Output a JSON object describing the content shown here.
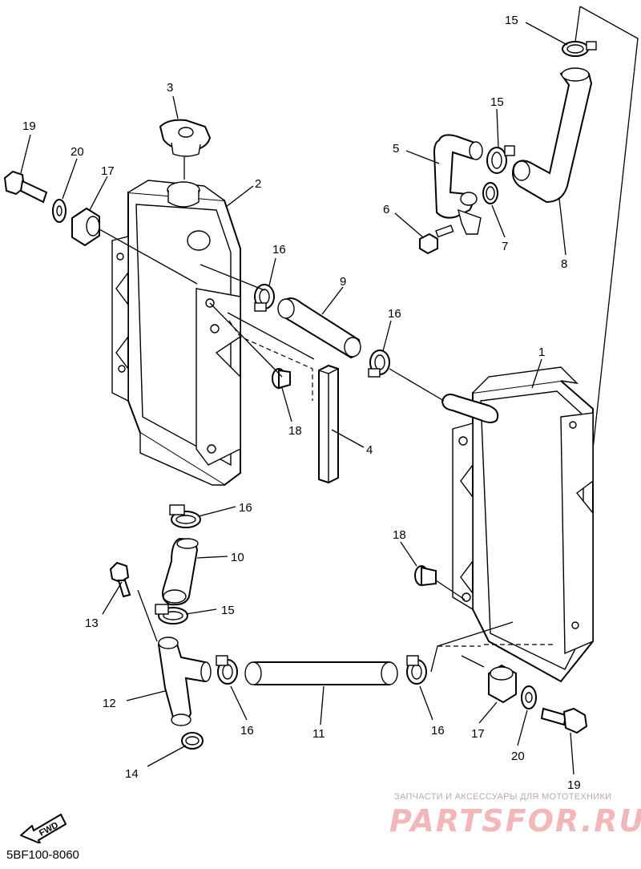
{
  "callouts": {
    "p1": "1",
    "p2": "2",
    "p3": "3",
    "p4": "4",
    "p5": "5",
    "p6": "6",
    "p7": "7",
    "p8": "8",
    "p9": "9",
    "p10": "10",
    "p11": "11",
    "p12": "12",
    "p13": "13",
    "p14": "14",
    "p15a": "15",
    "p15b": "15",
    "p15c": "15",
    "p16a": "16",
    "p16b": "16",
    "p16c": "16",
    "p16d": "16",
    "p16e": "16",
    "p17a": "17",
    "p17b": "17",
    "p18a": "18",
    "p18b": "18",
    "p19a": "19",
    "p19b": "19",
    "p20a": "20",
    "p20b": "20"
  },
  "fwd_label": "FWD",
  "diagram_code": "5BF100-8060",
  "watermark": {
    "text": "ЗАПЧАСТИ И АКСЕССУАРЫ ДЛЯ МОТОТЕХНИКИ",
    "logo": "PARTSFOR.RU"
  }
}
